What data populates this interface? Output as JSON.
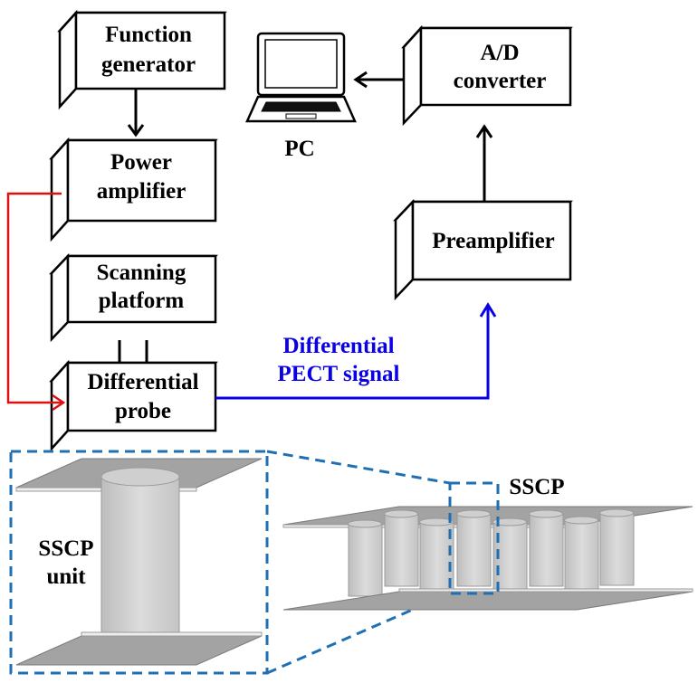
{
  "boxes": {
    "function_generator": [
      "Function",
      "generator"
    ],
    "power_amplifier": [
      "Power",
      "amplifier"
    ],
    "scanning_platform": [
      "Scanning",
      "platform"
    ],
    "differential_probe": [
      "Differential",
      "probe"
    ],
    "ad_converter": [
      "A/D",
      "converter"
    ],
    "preamplifier": [
      "Preamplifier"
    ]
  },
  "pc_label": "PC",
  "signal_label": [
    "Differential",
    "PECT signal"
  ],
  "sscp_label": "SSCP",
  "sscp_unit_label": [
    "SSCP",
    "unit"
  ],
  "colors": {
    "box_stroke": "#000000",
    "red_line": "#e01010",
    "blue_line": "#0a00e6",
    "dashed_box": "#1f6fb5",
    "plate_fill": "#a3a3a3",
    "column_fill": "#d0d0d0"
  },
  "icons": [
    "laptop-icon",
    "arrow-down-icon",
    "arrow-left-icon",
    "arrow-up-icon"
  ]
}
